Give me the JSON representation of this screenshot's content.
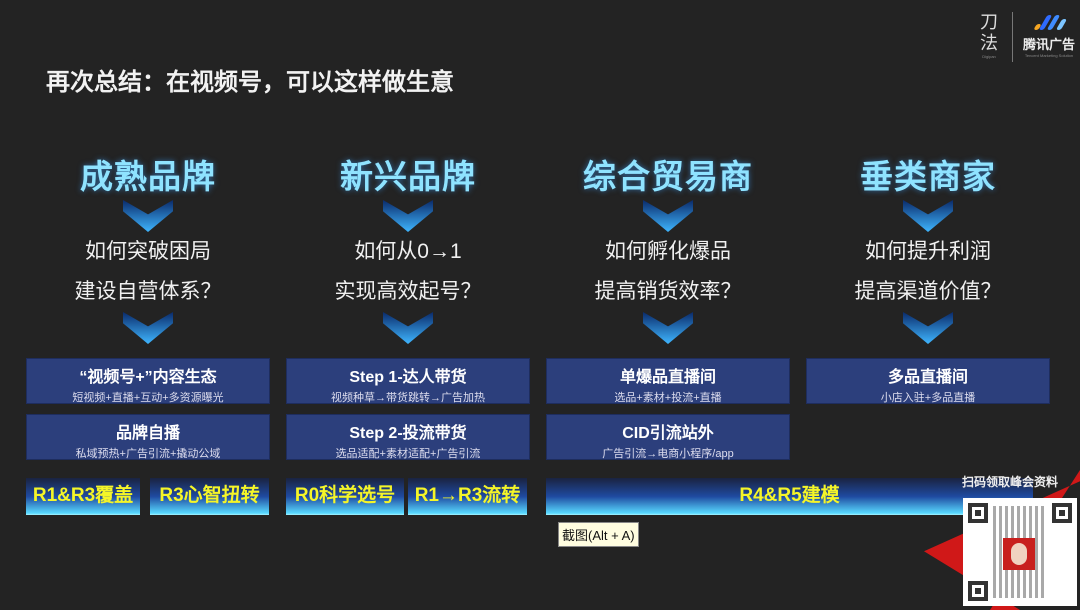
{
  "title": "再次总结：在视频号，可以这样做生意",
  "logo": {
    "left": "刀\n法",
    "left_sub": "Digipan",
    "right": "腾讯广告",
    "right_sub": "Tencent Marketing Solution"
  },
  "columns": [
    {
      "title": "成熟品牌",
      "q1": "如何突破困局",
      "q2": "建设自营体系？"
    },
    {
      "title": "新兴品牌",
      "q1": "如何从0→1",
      "q2": "实现高效起号？"
    },
    {
      "title": "综合贸易商",
      "q1": "如何孵化爆品",
      "q2": "提高销货效率？"
    },
    {
      "title": "垂类商家",
      "q1": "如何提升利润",
      "q2": "提高渠道价值？"
    }
  ],
  "boxes": [
    {
      "h": "“视频号+”内容生态",
      "s": "短视频+直播+互动+多资源曝光"
    },
    {
      "h": "品牌自播",
      "s": "私域预热+广告引流+撬动公域"
    },
    {
      "h": "Step 1-达人带货",
      "s": "视频种草→带货跳转→广告加热"
    },
    {
      "h": "Step 2-投流带货",
      "s": "选品适配+素材适配+广告引流"
    },
    {
      "h": "单爆品直播间",
      "s": "选品+素材+投流+直播"
    },
    {
      "h": "CID引流站外",
      "s": "广告引流→电商小程序/app"
    },
    {
      "h": "多品直播间",
      "s": "小店入驻+多品直播"
    }
  ],
  "bars": [
    "R1&R3覆盖",
    "R3心智扭转",
    "R0科学选号",
    "R1→R3流转",
    "R4&R5建模"
  ],
  "tooltip": "截图(Alt + A)",
  "qr_caption": "扫码领取峰会资料"
}
